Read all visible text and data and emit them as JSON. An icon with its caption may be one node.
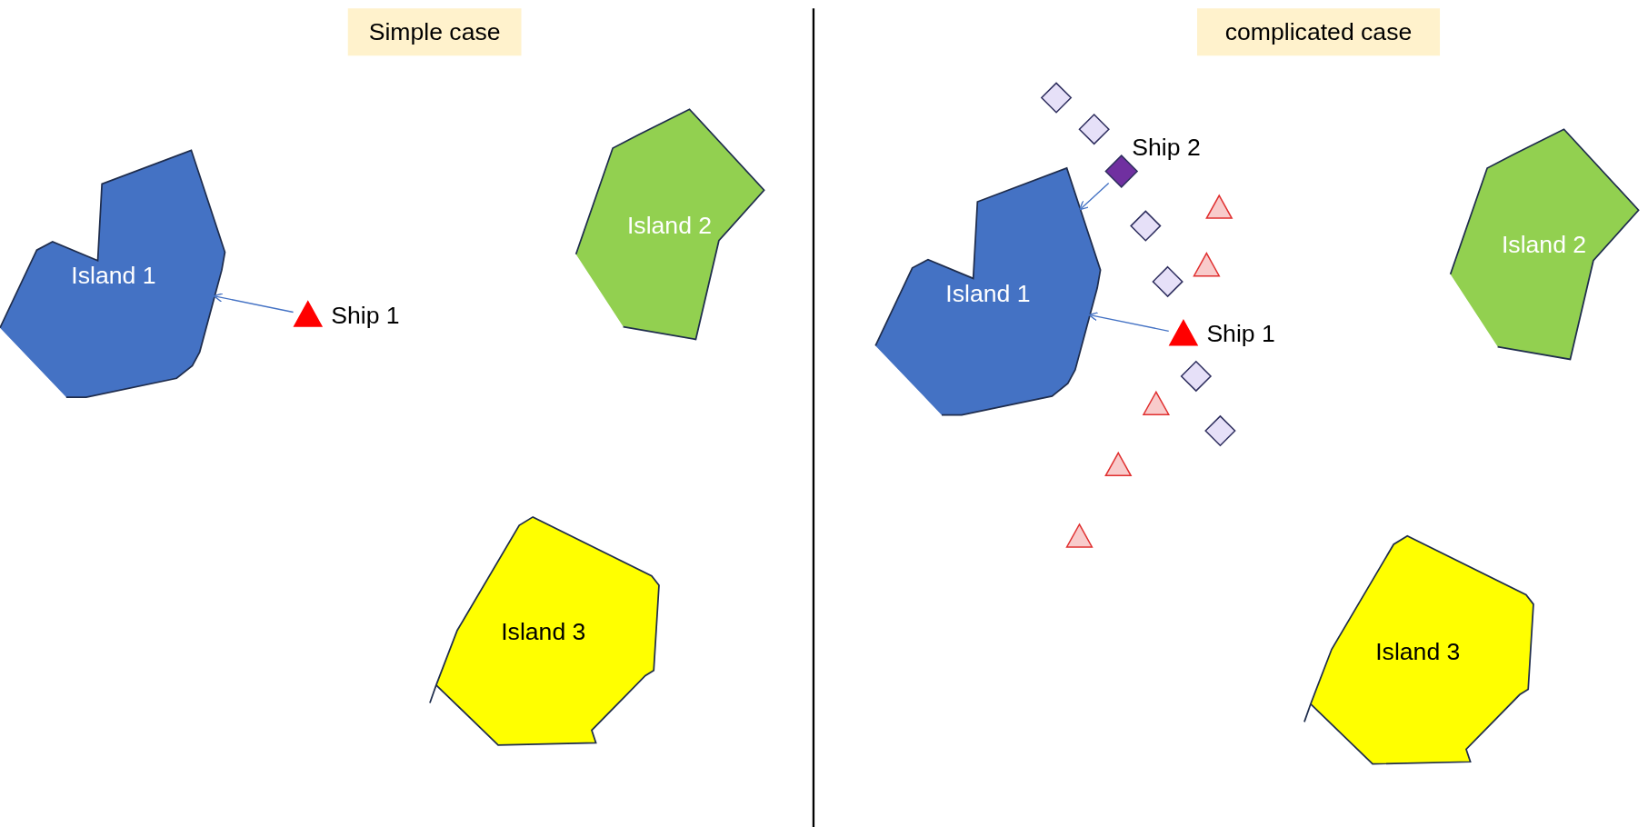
{
  "diagram": {
    "nodes": [
      {
        "text": [
          "Simple case"
        ]
      },
      {
        "text": [
          "Island 1"
        ]
      },
      {
        "text": [],
        "shape": "triangle",
        "beside": [
          "Ship 1"
        ]
      },
      {
        "text": [
          "Island 2"
        ]
      },
      {
        "text": [
          "Island 3"
        ]
      },
      {
        "text": [
          "complicated case"
        ]
      },
      {
        "text": [
          "Island 1"
        ]
      },
      {
        "text": [],
        "shape": "diamond",
        "beside": [
          "Ship 2"
        ]
      },
      {
        "text": [],
        "shape": "triangle",
        "beside": [
          "Ship 1"
        ]
      },
      {
        "text": [
          "Island 2"
        ]
      },
      {
        "text": [
          "Island 3"
        ]
      },
      {
        "text": [],
        "shape": "diamond"
      },
      {
        "text": [],
        "shape": "diamond"
      },
      {
        "text": [],
        "shape": "diamond"
      },
      {
        "text": [],
        "shape": "diamond"
      },
      {
        "text": [],
        "shape": "diamond"
      },
      {
        "text": [],
        "shape": "diamond"
      },
      {
        "text": [],
        "shape": "triangle"
      },
      {
        "text": [],
        "shape": "triangle"
      },
      {
        "text": [],
        "shape": "triangle"
      },
      {
        "text": [],
        "shape": "triangle"
      },
      {
        "text": [],
        "shape": "triangle"
      }
    ],
    "edges": [
      {
        "from": 2,
        "to": 1,
        "arrow": "to"
      },
      {
        "from": 7,
        "to": 6,
        "arrow": "to"
      },
      {
        "from": 8,
        "to": 6,
        "arrow": "to"
      }
    ]
  }
}
